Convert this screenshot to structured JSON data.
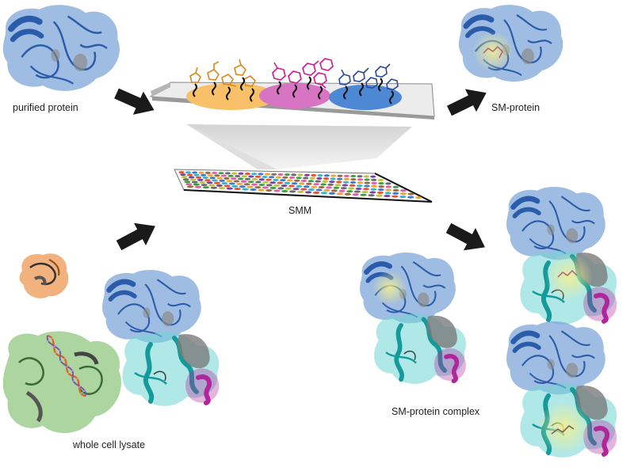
{
  "labels": {
    "purified_protein": "purified protein",
    "sm_protein": "SM-protein",
    "smm": "SMM",
    "whole_cell_lysate": "whole cell lysate",
    "sm_protein_complex": "SM-protein complex"
  },
  "colors": {
    "arrow": "#1a1a1a",
    "protein_blue": "#7fa6d8",
    "protein_blue_dark": "#2a5caa",
    "protein_cyan": "#6fd6d6",
    "protein_teal": "#159a9a",
    "protein_gray": "#7a7a7a",
    "protein_magenta": "#b0279b",
    "protein_orange": "#f0a566",
    "protein_green": "#9fce8f",
    "spot_orange": "#f7c069",
    "spot_pink": "#d775c2",
    "spot_blue": "#4c88d4",
    "ligand_orange": "#d98a1c",
    "ligand_magenta": "#d1188f",
    "ligand_navy": "#2a4a9a",
    "highlight_yellow": "#f5ec7a",
    "slide_top": "#ececec",
    "slide_edge": "#8a8a8a",
    "funnel": "#dcdcdc",
    "dna_orange": "#d96b1f"
  },
  "microarray_spot_colors": [
    "#e8502f",
    "#f2a42a",
    "#3e9d3e",
    "#7a3fa0",
    "#3b7ad0",
    "#e85aa8",
    "#b9c43a",
    "#35b3c9",
    "#9a6a3a",
    "#6a6a6a"
  ]
}
